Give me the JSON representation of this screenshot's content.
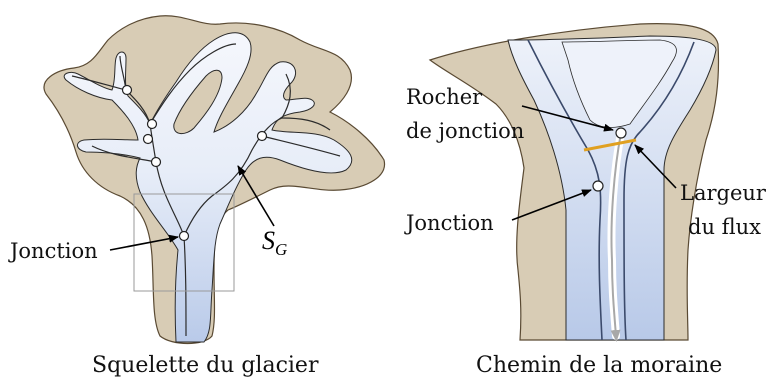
{
  "left_panel": {
    "caption": "Squelette du glacier",
    "junction_label": "Jonction",
    "skeleton_symbol": "S",
    "skeleton_subscript": "G"
  },
  "right_panel": {
    "caption": "Chemin de la moraine",
    "rock_label_line1": "Rocher",
    "rock_label_line2": "de jonction",
    "width_label_line1": "Largeur",
    "width_label_line2": "du flux",
    "junction_label": "Jonction"
  },
  "colors": {
    "terrain": "#d8ccb5",
    "terrain_stroke": "#5a4a33",
    "ice_light": "#eef2fa",
    "ice_flow": "#b8c9e8",
    "flow_width": "#e0a020",
    "moraine_line": "#3b4a6b"
  }
}
